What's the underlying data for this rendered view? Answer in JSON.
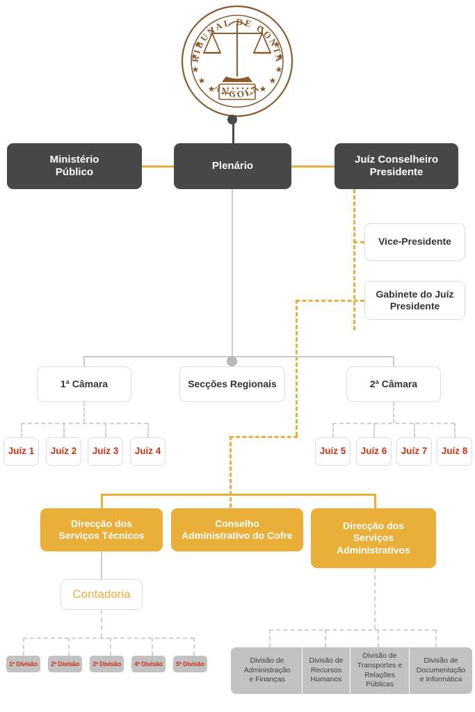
{
  "emblem": {
    "name": "tribunal-de-contas-angola-seal",
    "top_text": "TRIBUNAL DE CONTAS",
    "bottom_text": "ANGOLA",
    "symbol": "scales-of-justice",
    "color": "#8a5a2b"
  },
  "colors": {
    "dark_box": "#474747",
    "orange": "#e9af38",
    "judge_text": "#cf3316",
    "gray_box": "#c2c2c2",
    "connector_gray": "#c9c9c9"
  },
  "top_level": {
    "ministerio_publico": "Ministério\nPúblico",
    "ministerio_publico_l1": "Ministério",
    "ministerio_publico_l2": "Público",
    "plenario": "Plenário",
    "juiz_presidente_l1": "Juíz Conselheiro",
    "juiz_presidente_l2": "Presidente"
  },
  "presidency": {
    "vice_presidente": "Vice-Presidente",
    "gabinete_l1": "Gabinete do Juíz",
    "gabinete_l2": "Presidente"
  },
  "chambers": {
    "camara_1": "1ª Câmara",
    "seccoes_regionais": "Secções Regionais",
    "camara_2": "2ª Câmara"
  },
  "judges_left": [
    {
      "label": "Juíz 1"
    },
    {
      "label": "Juíz 2"
    },
    {
      "label": "Juíz 3"
    },
    {
      "label": "Juíz 4"
    }
  ],
  "judges_right": [
    {
      "label": "Juíz 5"
    },
    {
      "label": "Juíz 6"
    },
    {
      "label": "Juíz 7"
    },
    {
      "label": "Juíz 8"
    }
  ],
  "directorates": {
    "servicos_tecnicos_l1": "Direcção dos",
    "servicos_tecnicos_l2": "Serviços Técnicos",
    "conselho_cofre_l1": "Conselho",
    "conselho_cofre_l2": "Administrativo do Cofre",
    "servicos_admin_l1": "Direcção dos",
    "servicos_admin_l2": "Serviços",
    "servicos_admin_l3": "Administrativos"
  },
  "contadoria": {
    "label": "Contadoria"
  },
  "divisions_contadoria": [
    {
      "label": "1ª Divisão"
    },
    {
      "label": "2ª Divisão"
    },
    {
      "label": "3ª Divisão"
    },
    {
      "label": "4ª Divisão"
    },
    {
      "label": "5ª Divisão"
    }
  ],
  "divisions_admin": [
    {
      "l1": "Divisão de",
      "l2": "Administração",
      "l3": "e Finanças",
      "l4": ""
    },
    {
      "l1": "Divisão de",
      "l2": "Recursos",
      "l3": "Humanos",
      "l4": ""
    },
    {
      "l1": "Divisão de",
      "l2": "Transportes e",
      "l3": "Relações",
      "l4": "Públicas"
    },
    {
      "l1": "Divisão de",
      "l2": "Documentação",
      "l3": "e Informática",
      "l4": ""
    }
  ]
}
